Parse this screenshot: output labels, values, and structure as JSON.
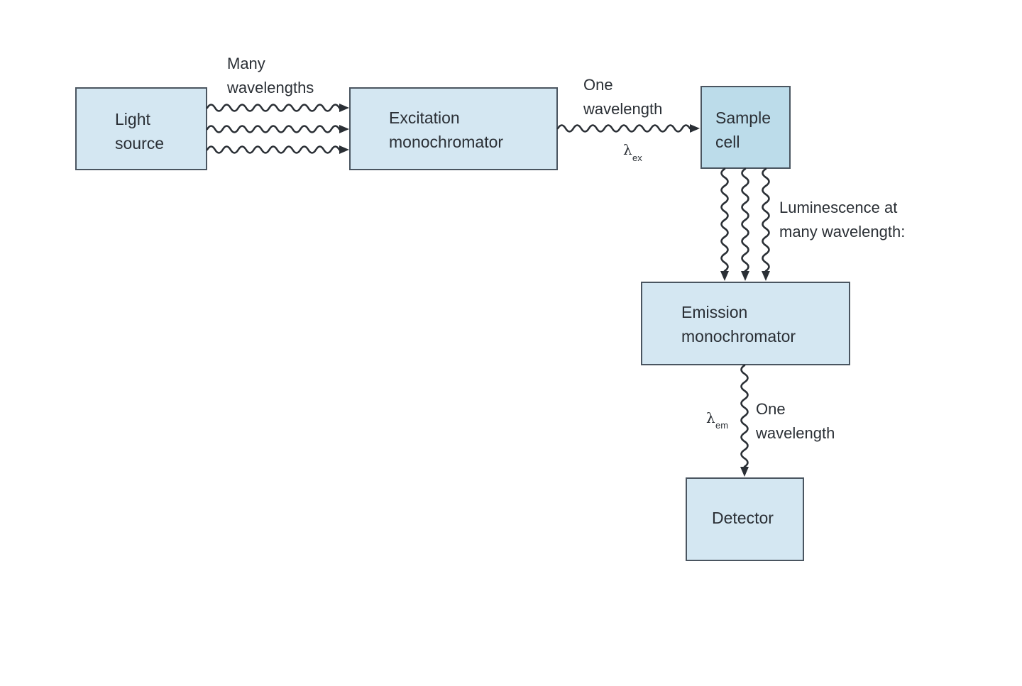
{
  "colors": {
    "box_fill": "#d4e7f2",
    "sample_fill": "#bcdcea",
    "line": "#2a2f35"
  },
  "boxes": {
    "light_source": {
      "lines": [
        "Light",
        "source"
      ]
    },
    "excitation": {
      "lines": [
        "Excitation",
        "monochromator"
      ]
    },
    "sample_cell": {
      "lines": [
        "Sample",
        "cell"
      ]
    },
    "emission": {
      "lines": [
        "Emission",
        "monochromator"
      ]
    },
    "detector": {
      "lines": [
        "Detector"
      ]
    }
  },
  "labels": {
    "many_wavelengths": [
      "Many",
      "wavelengths"
    ],
    "one_wavelength_excitation": [
      "One",
      "wavelength"
    ],
    "lambda_ex": {
      "symbol": "λ",
      "sub": "ex"
    },
    "luminescence": [
      "Luminescence at",
      "many wavelength:"
    ],
    "lambda_em": {
      "symbol": "λ",
      "sub": "em"
    },
    "one_wavelength_emission": [
      "One",
      "wavelength"
    ]
  }
}
